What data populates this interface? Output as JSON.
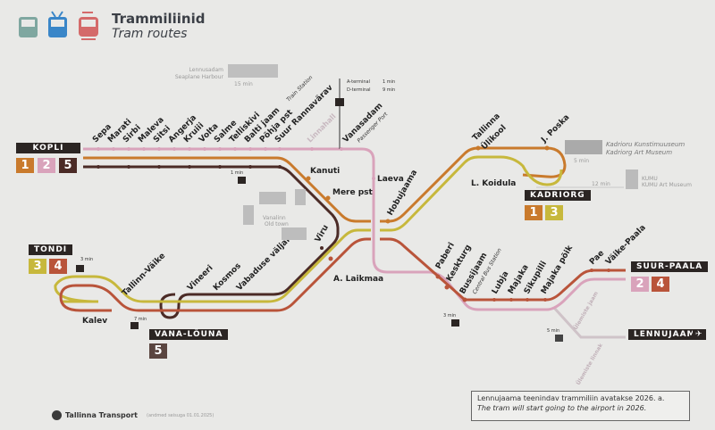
{
  "header": {
    "title_et": "Trammiliinid",
    "title_en": "Tram routes",
    "icons": [
      "bus-icon",
      "trolleybus-icon",
      "tram-icon"
    ]
  },
  "colors": {
    "line1": "#c97a2c",
    "line2": "#d9a3bb",
    "line3": "#c7b83c",
    "line4": "#b9543a",
    "line5": "#4b2b26"
  },
  "terminals": {
    "kopli": {
      "name": "KOPLI",
      "lines": [
        "1",
        "2",
        "5"
      ]
    },
    "kadriorg": {
      "name": "KADRIORG",
      "lines": [
        "1",
        "3"
      ]
    },
    "tondi": {
      "name": "TONDI",
      "lines": [
        "3",
        "4"
      ]
    },
    "vana_louna": {
      "name": "VANA-LÕUNA",
      "lines": [
        "5"
      ]
    },
    "suur_paala": {
      "name": "SUUR-PAALA",
      "lines": [
        "2",
        "4"
      ]
    },
    "lennujaam": {
      "name": "LENNUJAAM"
    }
  },
  "stations": {
    "kopli_branch": [
      "Sepa",
      "Marati",
      "Sirbi",
      "Maleva",
      "Sitsi",
      "Angerja",
      "Kruiii",
      "Volta",
      "Salme",
      "Telliskivi",
      "Balti jaam",
      "Põhja pst",
      "Suur Rannavärav"
    ],
    "balti_jaam_en": "Train Station",
    "linnahall": "Linnahall",
    "vanasadam": "Vanasadam",
    "vanasadam_en": "Passenger Port",
    "kanuti": "Kanuti",
    "mere_pst": "Mere pst",
    "laeva": "Laeva",
    "hobujaama": "Hobujaama",
    "tallinna_ulikool": [
      "Tallinna",
      "Ülikool"
    ],
    "j_poska": "J. Poska",
    "l_koidula": "L. Koidula",
    "viru": "Viru",
    "a_laikmaa": "A. Laikmaa",
    "tondi_branch": [
      "Kalev",
      "Tallinn-Väike"
    ],
    "vana_louna_branch": [
      "Vineeri",
      "Kosmos",
      "Vabaduse väljak"
    ],
    "suur_paala_branch": [
      "Paberi",
      "Keskturg",
      "Bussijaam",
      "Lubja",
      "Majaka",
      "Sikupilli",
      "Majaka põik",
      "Pae",
      "Väike-Paala"
    ],
    "bussijaam_en": "Central Bus Station",
    "future": [
      "Ülemiste jaam",
      "Ülemiste linnak"
    ]
  },
  "landmarks": {
    "seaplane": {
      "et": "Lennusadam",
      "en": "Seaplane Harbour",
      "walk": "15 min"
    },
    "oldtown": {
      "et": "Vanalinn",
      "en": "Old town"
    },
    "kadriorg_museum": {
      "et": "Kadrioru Kunstimuuseum",
      "en": "Kadriorg Art Museum",
      "walk": "5 min"
    },
    "kumu": {
      "et": "KUMU",
      "en": "KUMU Art Museum",
      "walk": "12 min"
    },
    "port": {
      "a": "A-terminal",
      "a_time": "1 min",
      "d": "D-terminal",
      "d_time": "9 min"
    },
    "walks": {
      "balti_jaam": "1 min",
      "tondi": "3 min",
      "tallinn_vaike": "7 min",
      "bussijaam": "3 min",
      "ulemiste": "5 min"
    }
  },
  "note": {
    "et": "Lennujaama teenindav trammiliin avatakse 2026. a.",
    "en": "The tram will start going to the airport in 2026."
  },
  "footer": {
    "brand": "Tallinna Transport",
    "date": "(andmed seisuga 01.01.2025)"
  }
}
